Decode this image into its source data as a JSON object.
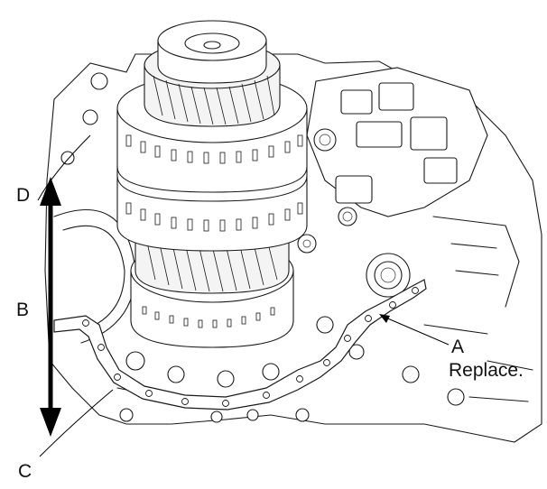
{
  "callouts": {
    "a": "A",
    "replace": "Replace.",
    "b": "B",
    "c": "C",
    "d": "D"
  }
}
